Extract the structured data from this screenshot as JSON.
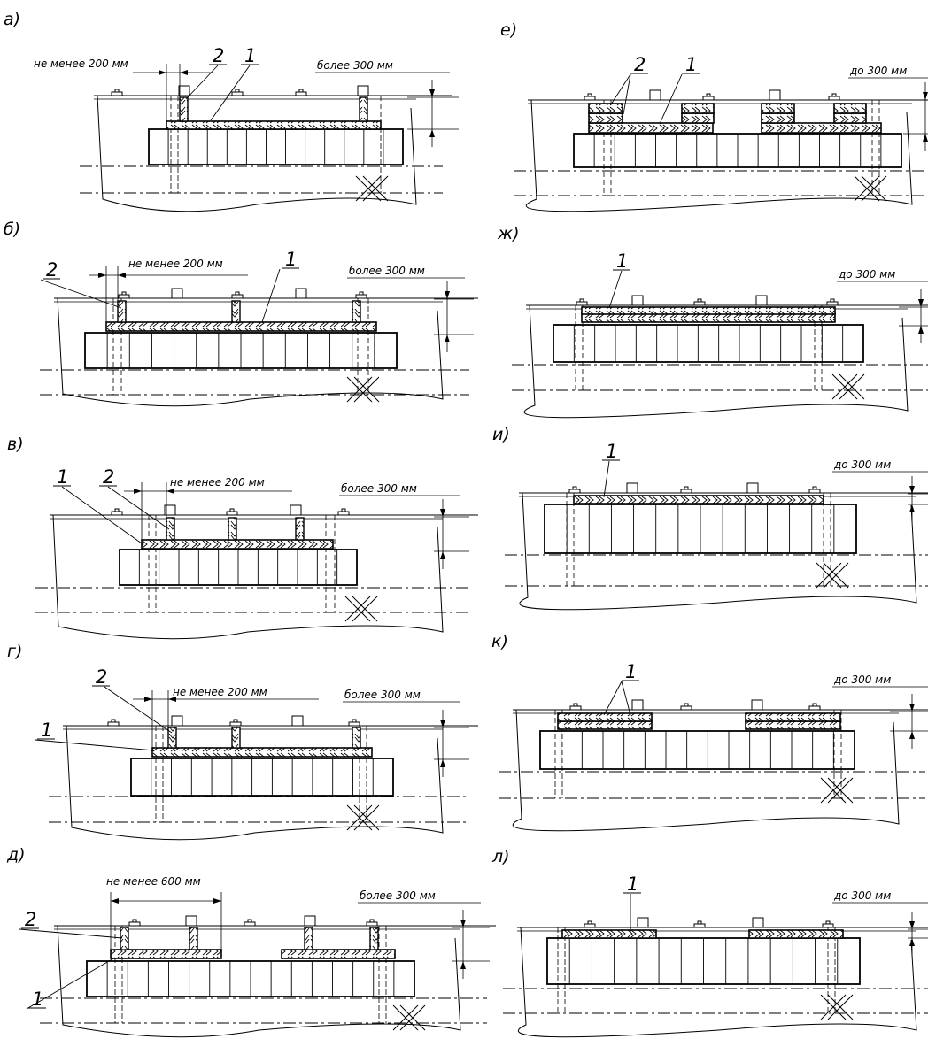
{
  "panels": [
    {
      "id": "a",
      "letter": "а)",
      "dim_spacing": "не менее 200 мм",
      "dim_height": "более 300 мм",
      "callouts": [
        "2",
        "1"
      ]
    },
    {
      "id": "b",
      "letter": "б)",
      "dim_spacing": "не менее 200 мм",
      "dim_height": "более 300 мм",
      "callouts": [
        "2",
        "1"
      ]
    },
    {
      "id": "v",
      "letter": "в)",
      "dim_spacing": "не менее 200 мм",
      "dim_height": "более 300 мм",
      "callouts": [
        "1",
        "2"
      ]
    },
    {
      "id": "g",
      "letter": "г)",
      "dim_spacing": "не менее 200 мм",
      "dim_height": "более 300 мм",
      "callouts": [
        "2",
        "1"
      ]
    },
    {
      "id": "d",
      "letter": "д)",
      "dim_spacing": "не менее 600 мм",
      "dim_height": "более 300 мм",
      "callouts": [
        "2",
        "1"
      ]
    },
    {
      "id": "e",
      "letter": "е)",
      "dim_spacing": "",
      "dim_height": "до 300 мм",
      "callouts": [
        "2",
        "1"
      ]
    },
    {
      "id": "zh",
      "letter": "ж)",
      "dim_spacing": "",
      "dim_height": "до 300 мм",
      "callouts": [
        "1"
      ]
    },
    {
      "id": "i",
      "letter": "и)",
      "dim_spacing": "",
      "dim_height": "до 300 мм",
      "callouts": [
        "1"
      ]
    },
    {
      "id": "k",
      "letter": "к)",
      "dim_spacing": "",
      "dim_height": "до 300 мм",
      "callouts": [
        "1"
      ]
    },
    {
      "id": "l",
      "letter": "л)",
      "dim_spacing": "",
      "dim_height": "до 300 мм",
      "callouts": [
        "1"
      ]
    }
  ]
}
